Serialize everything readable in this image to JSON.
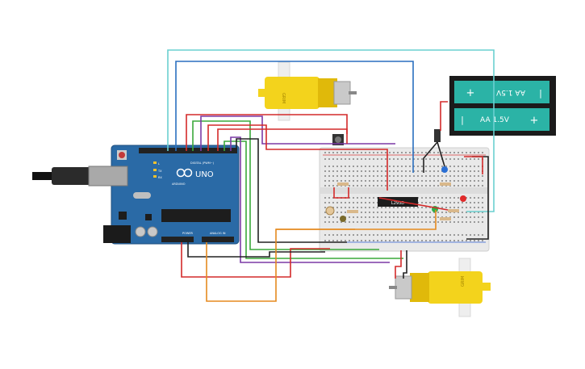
{
  "arduino": {
    "brand": "UNO",
    "maker": "ARDUINO",
    "digital_header_label": "DIGITAL (PWM~)",
    "power_label": "POWER",
    "analog_label": "ANALOG IN",
    "tx_label": "TX",
    "rx_label": "RX",
    "l_label": "L",
    "board_color": "#2a6aa6"
  },
  "battery": {
    "cell_top_label": "AA 1.5V",
    "cell_bottom_label": "AA 1.5V",
    "plus": "+",
    "minus": "−",
    "pipe": "|",
    "cell_color": "#2bb3a6"
  },
  "motor_top": {
    "label": "GRIM",
    "color": "#f3d31c"
  },
  "motor_bottom": {
    "label": "GRIM",
    "color": "#f3d31c"
  },
  "driver_chip": {
    "label": "L293D"
  },
  "wire_colors": {
    "red": "#d42a2a",
    "green": "#3aa83a",
    "purple": "#7b3aa6",
    "cyan": "#45b7c8",
    "blue": "#2a6fbf",
    "orange": "#e58a1f",
    "black": "#222222",
    "teal": "#6ad0d0"
  },
  "leds": [
    {
      "color": "#2a6fd4"
    },
    {
      "color": "#e02a2a"
    },
    {
      "color": "#2ab04a"
    }
  ]
}
